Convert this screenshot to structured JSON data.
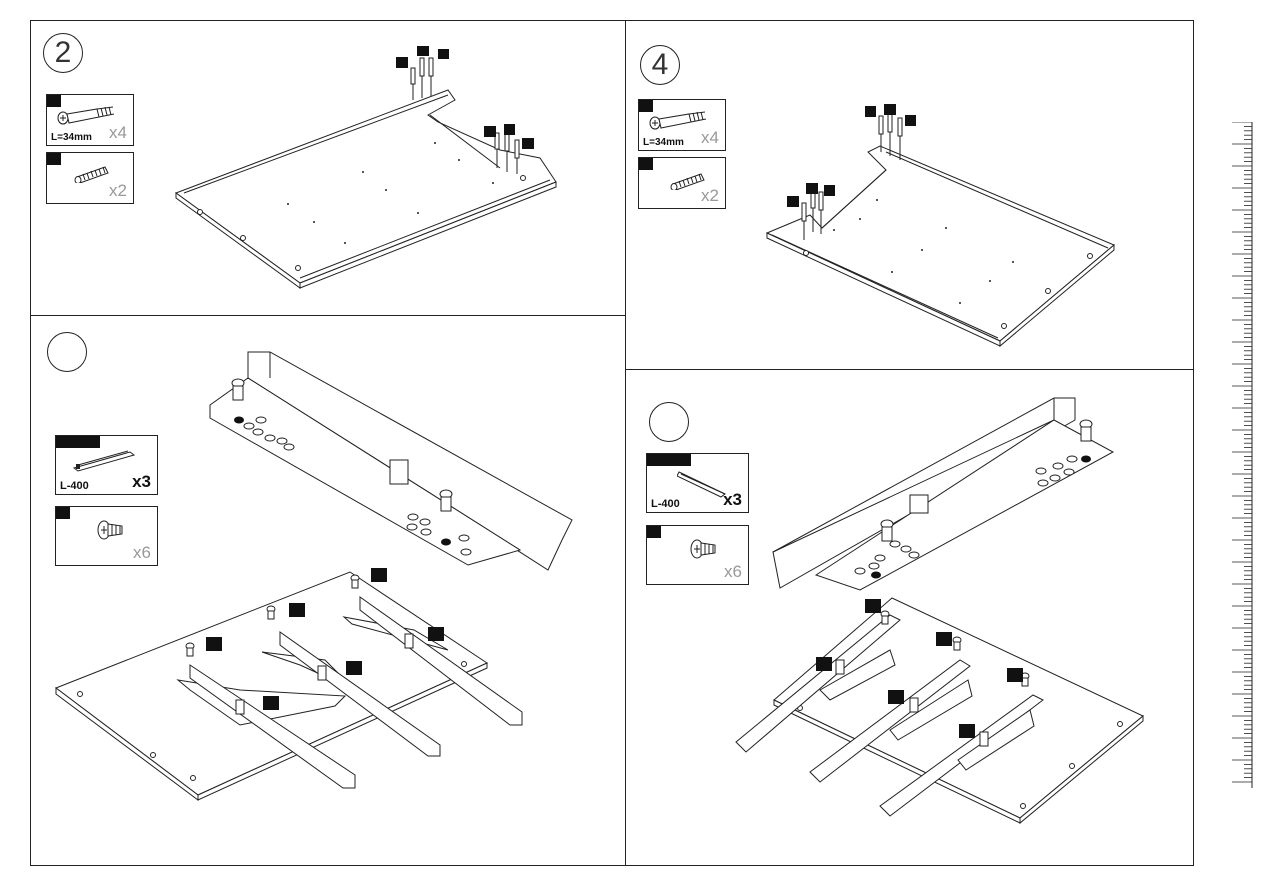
{
  "steps": {
    "top_left": "2",
    "top_right": "4",
    "bottom_left": "",
    "bottom_right": ""
  },
  "parts": {
    "cam_bolt": {
      "length": "L=34mm",
      "qty": "x4"
    },
    "dowel": {
      "qty": "x2"
    },
    "runner": {
      "length": "L-400",
      "qty": "x3"
    },
    "screw": {
      "qty": "x6"
    }
  },
  "colors": {
    "ink": "#222222",
    "label": "#111111",
    "qty": "#999999"
  }
}
